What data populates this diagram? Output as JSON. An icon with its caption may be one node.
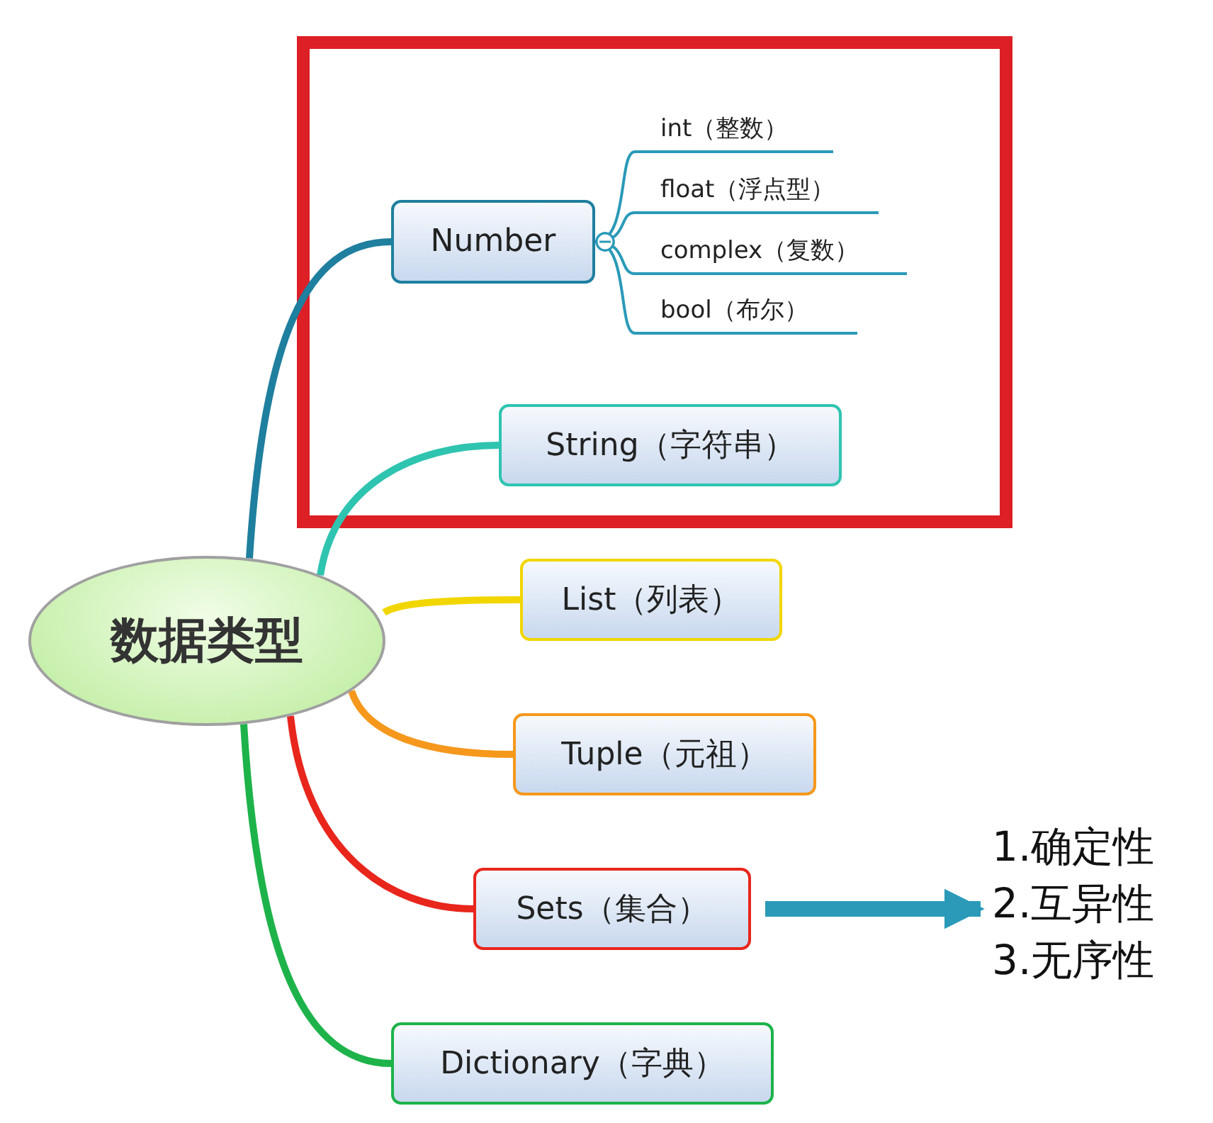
{
  "diagram": {
    "nodes": [
      {
        "text": [
          "数据类型"
        ]
      },
      {
        "text": [
          "Number"
        ]
      },
      {
        "text": [
          "int（整数）"
        ]
      },
      {
        "text": [
          "float（浮点型）"
        ]
      },
      {
        "text": [
          "complex（复数）"
        ]
      },
      {
        "text": [
          "bool（布尔）"
        ]
      },
      {
        "text": [
          "String（字符串）"
        ]
      },
      {
        "text": [
          "List（列表）"
        ]
      },
      {
        "text": [
          "Tuple（元祖）"
        ]
      },
      {
        "text": [
          "Sets（集合）"
        ]
      },
      {
        "text": [
          "Dictionary（字典）"
        ]
      },
      {
        "text": [
          "1.确定性",
          "2.互异性",
          "3.无序性"
        ]
      }
    ],
    "edges": [
      {
        "from": 0,
        "to": 1,
        "arrow": "none",
        "color": "#1f7f9f"
      },
      {
        "from": 1,
        "to": 2,
        "arrow": "other",
        "color": "#2a9ab8"
      },
      {
        "from": 1,
        "to": 3,
        "arrow": "other",
        "color": "#2a9ab8"
      },
      {
        "from": 1,
        "to": 4,
        "arrow": "other",
        "color": "#2a9ab8"
      },
      {
        "from": 1,
        "to": 5,
        "arrow": "other",
        "color": "#2a9ab8"
      },
      {
        "from": 0,
        "to": 6,
        "arrow": "none",
        "color": "#2ec4b0"
      },
      {
        "from": 0,
        "to": 7,
        "arrow": "none",
        "color": "#f2d600"
      },
      {
        "from": 0,
        "to": 8,
        "arrow": "none",
        "color": "#f5981c"
      },
      {
        "from": 0,
        "to": 9,
        "arrow": "none",
        "color": "#e8261c"
      },
      {
        "from": 0,
        "to": 10,
        "arrow": "none",
        "color": "#1db34a"
      },
      {
        "from": 9,
        "to": 11,
        "arrow": "to",
        "style": "thick",
        "color": "#2a9ab8"
      }
    ]
  }
}
